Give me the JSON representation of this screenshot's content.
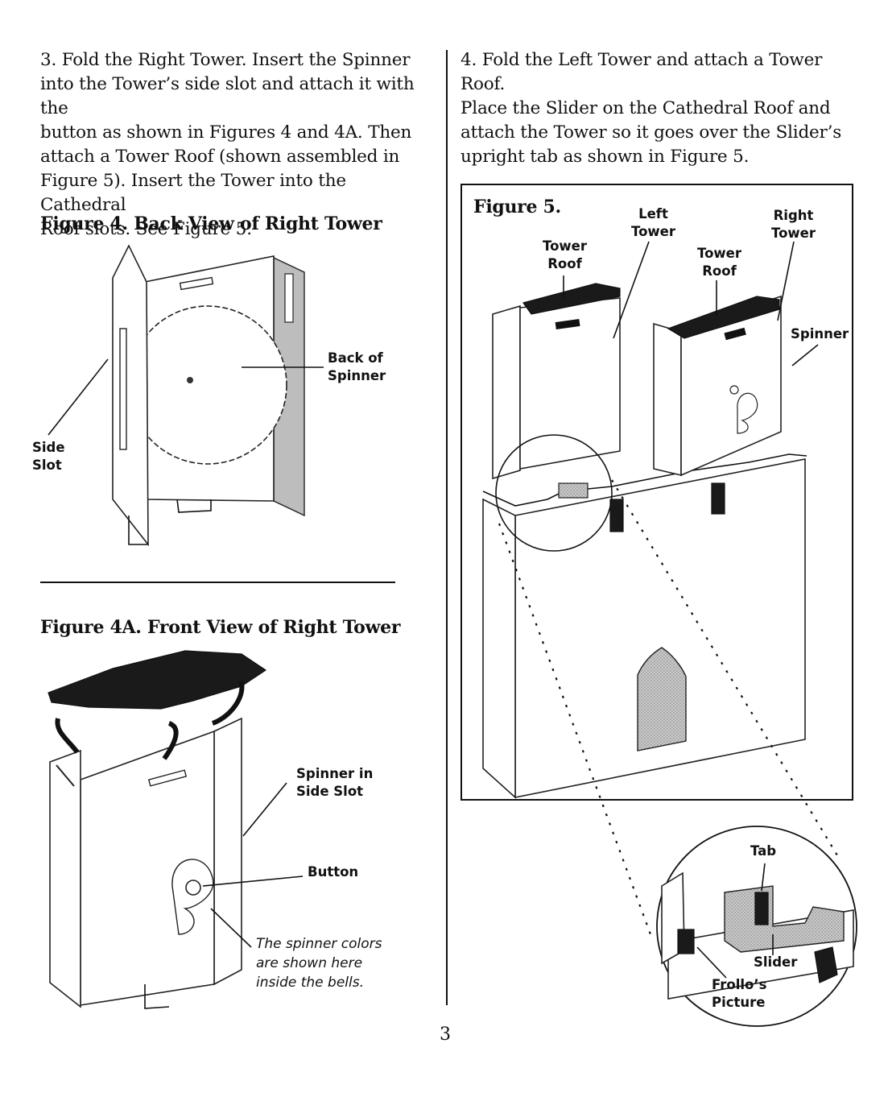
{
  "step3": {
    "lines": [
      "3. Fold the Right Tower. Insert the Spinner",
      "into the Tower’s side slot and attach it with the",
      "button as shown in Figures 4 and 4A. Then",
      "attach a Tower Roof (shown assembled in",
      "Figure 5). Insert the Tower into the Cathedral",
      "Roof slots. See Figure 5."
    ]
  },
  "step4": {
    "lines": [
      "4. Fold the Left Tower and attach a Tower Roof.",
      "Place the Slider on the Cathedral Roof and",
      "attach the Tower so it goes over the Slider’s",
      "upright tab as shown in Figure 5."
    ]
  },
  "figure4": {
    "title": "Figure 4.  Back View of Right Tower",
    "labels": {
      "back_of_spinner": "Back of\nSpinner",
      "side_slot": "Side\nSlot"
    }
  },
  "figure4a": {
    "title": "Figure 4A.  Front View of Right Tower",
    "labels": {
      "spinner_in_side_slot": "Spinner in\nSide Slot",
      "button": "Button"
    },
    "note": "The spinner colors\nare shown here\ninside the bells."
  },
  "figure5": {
    "title": "Figure 5.",
    "labels": {
      "left_tower": "Left\nTower",
      "right_tower": "Right\nTower",
      "tower_roof_left": "Tower\nRoof",
      "tower_roof_right": "Tower\nRoof",
      "spinner": "Spinner",
      "tab": "Tab",
      "slider": "Slider",
      "frollos_picture": "Frollo’s\nPicture"
    }
  },
  "page_number": "3"
}
